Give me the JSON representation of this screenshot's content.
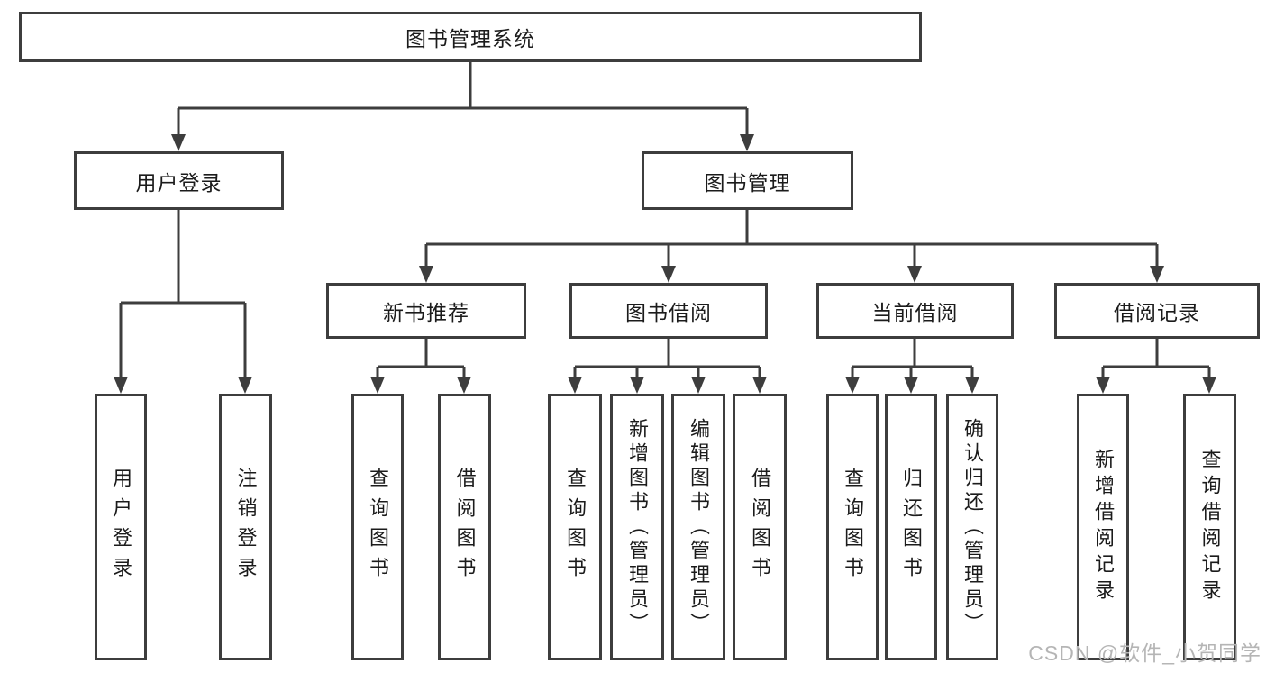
{
  "colors": {
    "line": "#3d3d3d",
    "border": "#3d3d3d",
    "text": "#1b1b1b",
    "background": "#ffffff",
    "watermark": "#b5b5b5"
  },
  "tree": {
    "root": {
      "label": "图书管理系统"
    },
    "branches": [
      {
        "label": "用户登录",
        "children": [
          {
            "label": "用户登录"
          },
          {
            "label": "注销登录"
          }
        ]
      },
      {
        "label": "图书管理",
        "children": [
          {
            "label": "新书推荐",
            "children": [
              {
                "label": "查询图书"
              },
              {
                "label": "借阅图书"
              }
            ]
          },
          {
            "label": "图书借阅",
            "children": [
              {
                "label": "查询图书"
              },
              {
                "label": "新增图书（管理员）"
              },
              {
                "label": "编辑图书（管理员）"
              },
              {
                "label": "借阅图书"
              }
            ]
          },
          {
            "label": "当前借阅",
            "children": [
              {
                "label": "查询图书"
              },
              {
                "label": "归还图书"
              },
              {
                "label": "确认归还（管理员）"
              }
            ]
          },
          {
            "label": "借阅记录",
            "children": [
              {
                "label": "新增借阅记录"
              },
              {
                "label": "查询借阅记录"
              }
            ]
          }
        ]
      }
    ]
  },
  "watermark": {
    "text": "CSDN @软件_小贺同学"
  }
}
